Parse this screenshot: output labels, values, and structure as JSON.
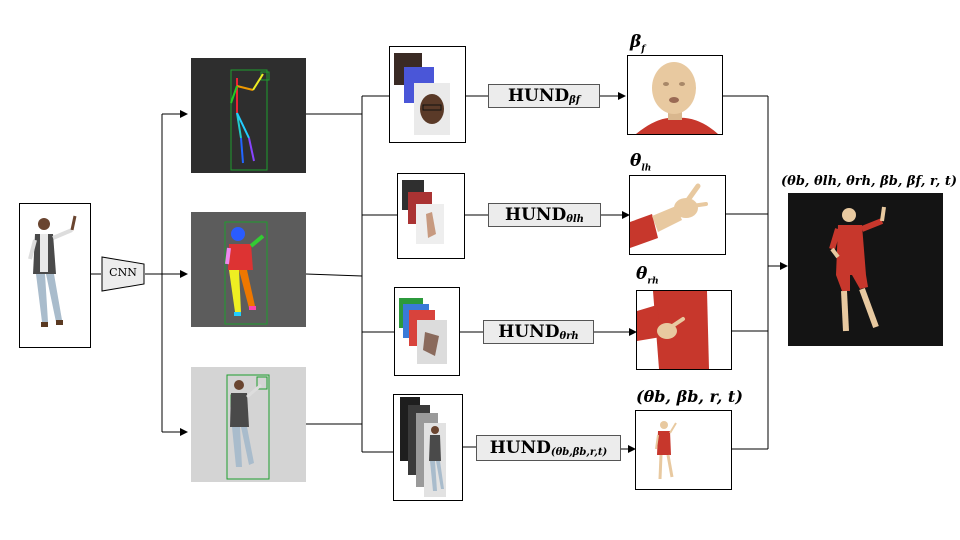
{
  "cnn_label": "CNN",
  "hund_modules": {
    "face": {
      "base": "HUND",
      "sub": "βf"
    },
    "left_hand": {
      "base": "HUND",
      "sub": "θlh"
    },
    "right_hand": {
      "base": "HUND",
      "sub": "θrh"
    },
    "body": {
      "base": "HUND",
      "sub": "(θb,βb,r,t)"
    }
  },
  "output_labels": {
    "face": {
      "main": "β",
      "sub": "f"
    },
    "left_hand": {
      "main": "θ",
      "sub": "lh"
    },
    "right_hand": {
      "main": "θ",
      "sub": "rh"
    },
    "body": "(θb, βb, r, t)"
  },
  "final_label": "(θb, θlh, θrh, βb, βf, r, t)",
  "colors": {
    "hund_fill": "#ececec",
    "dark_panel": "#2e2e2e",
    "mid_panel": "#5c5c5c",
    "light_panel": "#d4d4d4",
    "render_bg": "#141414",
    "skin": "#e8c9a0",
    "shirt": "#c7372c",
    "skeleton_box": "#1e9e2e"
  }
}
